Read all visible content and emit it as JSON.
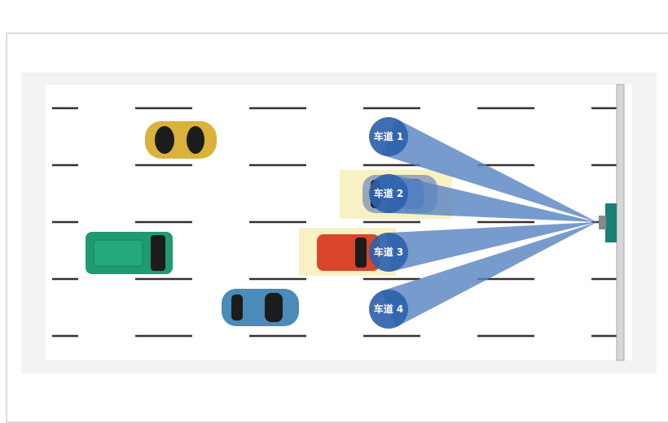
{
  "lanes": [
    {
      "label": "车道 1"
    },
    {
      "label": "车道 2"
    },
    {
      "label": "车道 3"
    },
    {
      "label": "车道 4"
    }
  ],
  "colors": {
    "beam": "#5b86c4",
    "lane_badge": "#2f62ad",
    "highlight": "#f7f1c3",
    "sensor": "#1a8077",
    "panel": "#f3f3f3"
  },
  "vehicles": [
    {
      "type": "sports-car",
      "color": "#d9b13b"
    },
    {
      "type": "van",
      "color": "#1f9a72"
    },
    {
      "type": "hatchback",
      "color": "#4a8bb8"
    },
    {
      "type": "suv",
      "color": "#d9452b",
      "detected": true
    },
    {
      "type": "sedan",
      "color": "#9aa7b8",
      "detected": true
    }
  ]
}
